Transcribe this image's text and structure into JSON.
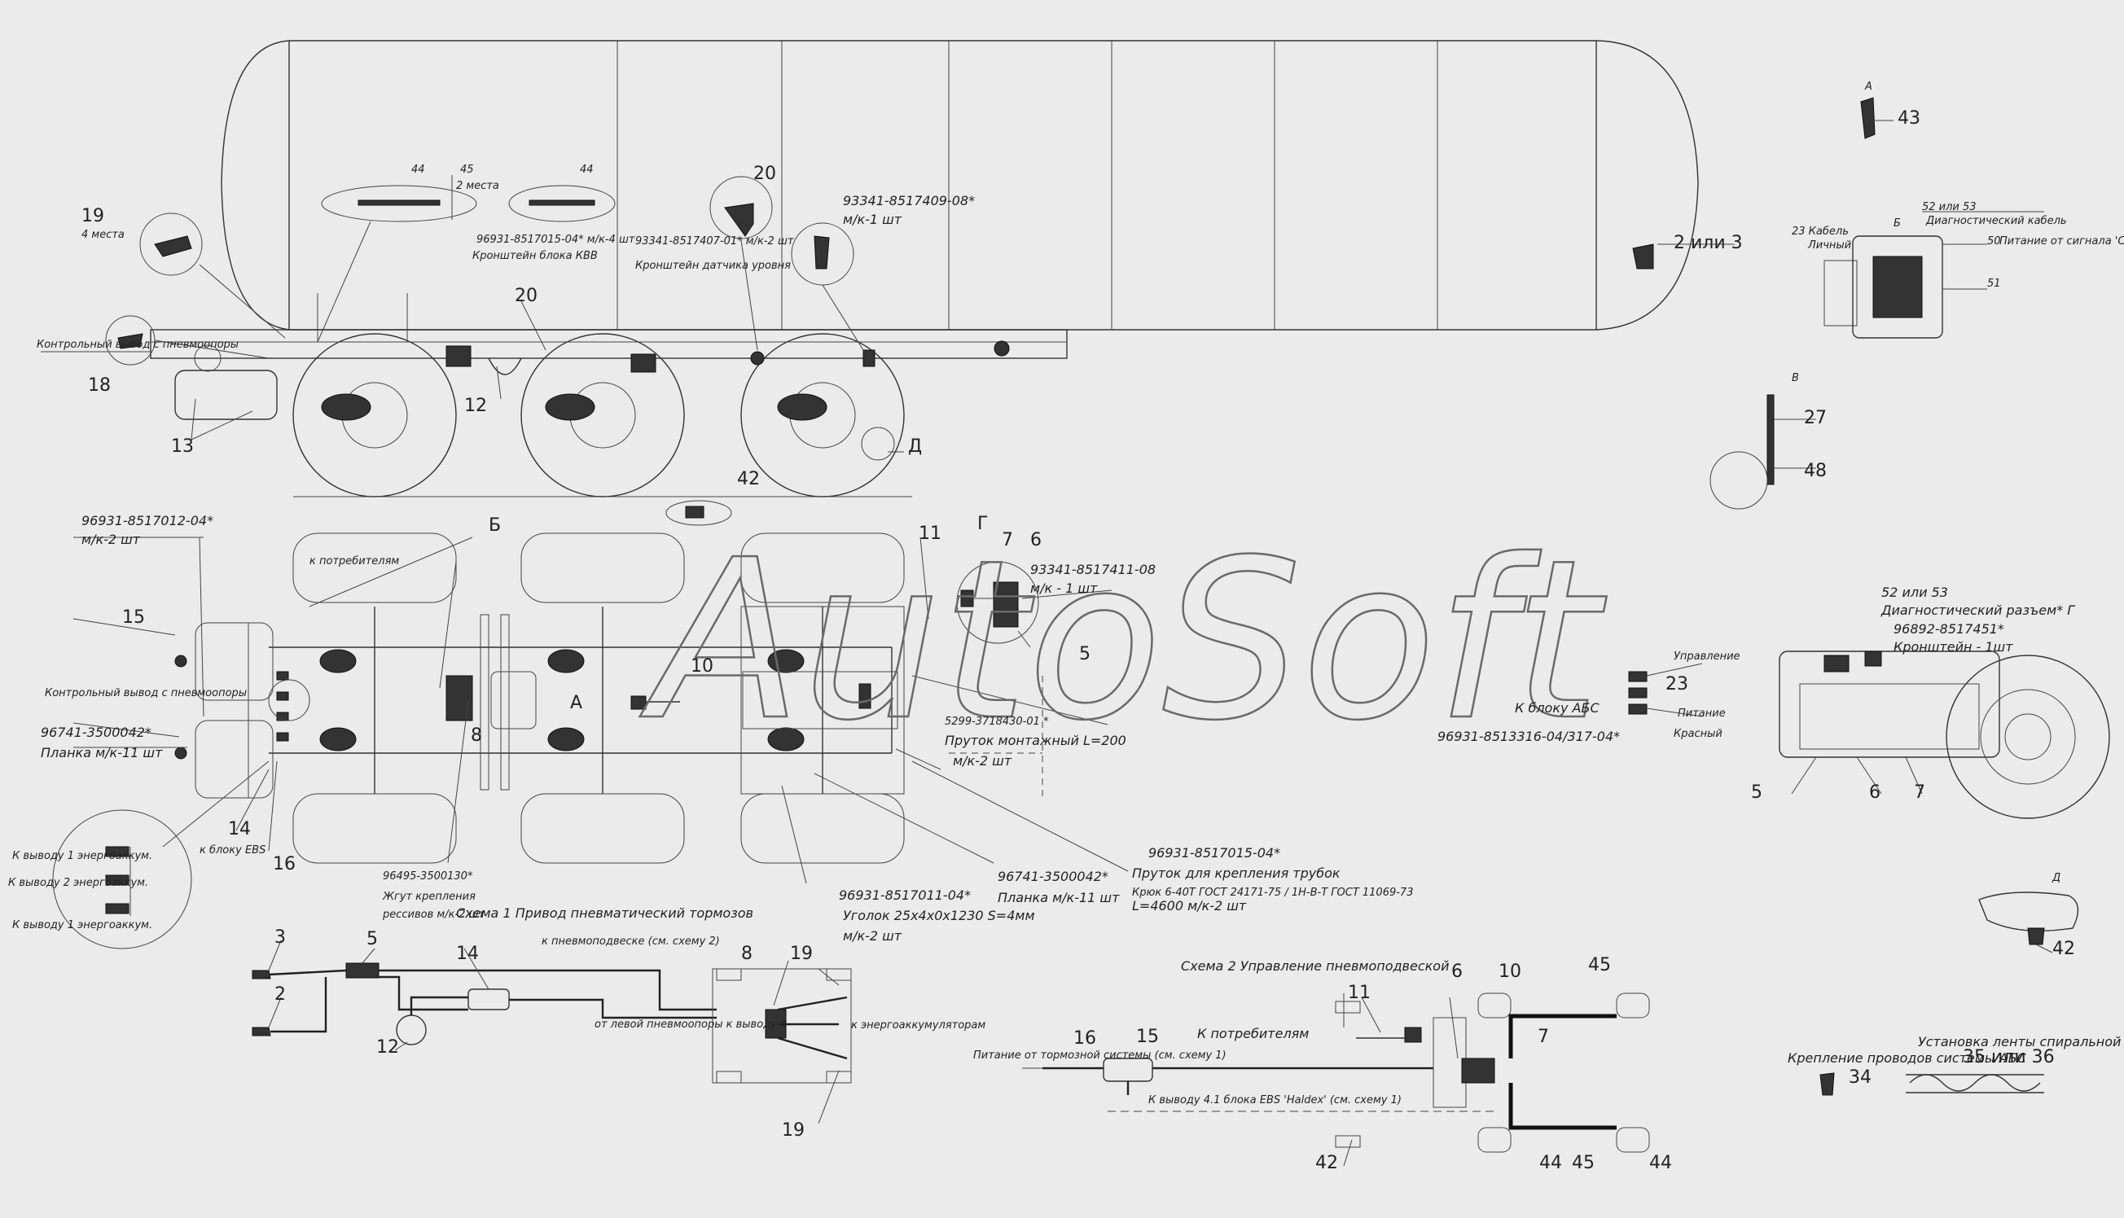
{
  "watermark": "AutoSoft",
  "callouts": {
    "c19": "19",
    "c4mesta": "4 места",
    "c18": "18",
    "c13": "13",
    "c12": "12",
    "c20a": "20",
    "c20b": "20",
    "c44a": "44",
    "c44b": "44",
    "c45": "45",
    "c2mesta": "2 места",
    "c2ili3": "2 или 3",
    "cD": "Д",
    "c43": "43",
    "cA_top": "А",
    "cB_top": "Б",
    "cV": "В",
    "c27": "27",
    "c48": "48",
    "c52_53": "52 или 53",
    "c23_kabel": "23 Кабель",
    "c50": "50",
    "c51": "51",
    "c42_mid": "42",
    "c15": "15",
    "c14": "14",
    "c16": "16",
    "c8": "8",
    "cA_plan": "А",
    "cB_plan": "Б",
    "c10": "10",
    "c11": "11",
    "cG": "Г",
    "c7": "7",
    "c6": "6",
    "c5": "5",
    "c23": "23",
    "cD_br": "Д",
    "c42_br": "42",
    "c5_r": "5",
    "c6_r": "6",
    "c7_r": "7",
    "s1_3": "3",
    "s1_2": "2",
    "s1_5": "5",
    "s1_14": "14",
    "s1_12": "12",
    "s1_8": "8",
    "s1_19a": "19",
    "s1_19b": "19",
    "s2_16": "16",
    "s2_15": "15",
    "s2_11": "11",
    "s2_6": "6",
    "s2_10": "10",
    "s2_7": "7",
    "s2_45a": "45",
    "s2_42": "42",
    "s2_44a": "44",
    "s2_45b": "45",
    "s2_44b": "44",
    "c34": "34",
    "c35_36": "35 или 36"
  },
  "labels": {
    "kontr_vyvod": "Контрольный вывод с пневмоопоры",
    "kronshtein_kvv": "Кронштейн блока КВВ",
    "kronshtein_datchika": "Кронштейн датчика ​уровня",
    "p93341_08_top": "93341-8517409-08*",
    "p93341_08_top_qty": "м/к-1 шт",
    "p96931_04_small": "96931-8517015-04* м/к-4 шт",
    "p93341_small": "93341-8517407-01* м/к-2 шт",
    "diag_kabel": "Диагностический кабель",
    "lichnyi": "Личный",
    "pitanie_signal": "Питание от сигнала 'СТОП'",
    "p96931_012": "96931-8517012-04*",
    "qty_2_a": "м/к-2 шт",
    "kontr_vyvod2": "Контрольный вывод с пневмоопоры",
    "p96741_042": "96741-3500042*",
    "planka_11": "Планка м/к-11 шт",
    "k_potrebitelyam": "к потребителям",
    "k_bloku_ebs": "к блоку EBS",
    "k_vyvodu_1": "К выводу 1 энергоаккум.",
    "k_vyvodu_2": "К выводу 2 энергоаккум.",
    "k_vyvodu_3": "К выводу 1 энергоаккум.",
    "p93341_011_08": "93341-8517411-08",
    "qty_1": "м/к - 1 шт",
    "p5299": "5299-3718430-01 *",
    "prutok_l200": "Пруток монтажный L=200",
    "qty_2_b": "м/к-2 шт",
    "p96931_015": "96931-8517015-04*",
    "prutok_krepl": "Пруток для крепления трубок",
    "prutok_krepl_sub": "Крюк 6-40Т ГОСТ 24171-75 / 1Н-В-Т ГОСТ 11069-73",
    "prutok_l4600": "L=4600 м/к-2 шт",
    "p96741_042_b": "96741-3500042*",
    "planka_11_b": "Планка м/к-11 шт",
    "p96931_011": "96931-8517011-04*",
    "ugolok": "Уголок 25х4х0х1230 S=4мм",
    "qty_2_c": "м/к-2 шт",
    "p96495": "96495-3500130*",
    "zhgut": "Жгут крепления",
    "zhgut2": "рессивов м/к-2 шт",
    "upravlenie": "Управление",
    "k_bloku_abs": "К блоку АБС",
    "pitanie": "Питание",
    "krasnyi": "Красный",
    "p96931_316": "96931-8513316-04/317-04*",
    "diag_razem": "Диагностический разъем* Г",
    "p96892": "96892-8517451*",
    "kronshtein_1sht": "Кронштейн - 1шт",
    "schema1_title": "Схема 1 Привод пневматический тормозов",
    "k_pnevmopodveske": "к пневмоподвеске (см. схему 2)",
    "ot_levoi": "от левой пневмоопоры к выводу 4",
    "k_energoakk": "к энергоаккумуляторам",
    "schema2_title": "Схема 2 Управление пневмоподвеской",
    "pitanie_ot_torm": "Питание от тормозной системы (см. схему 1)",
    "k_potrebitelyam_2": "К потребителям",
    "k_vyvodu_41": "К выводу 4.1 блока EBS 'Haldex' (см. схему 1)",
    "kreplenie_abs": "Крепление проводов системы АБС",
    "ustanovka_lenty": "Установка ленты спиральной"
  }
}
